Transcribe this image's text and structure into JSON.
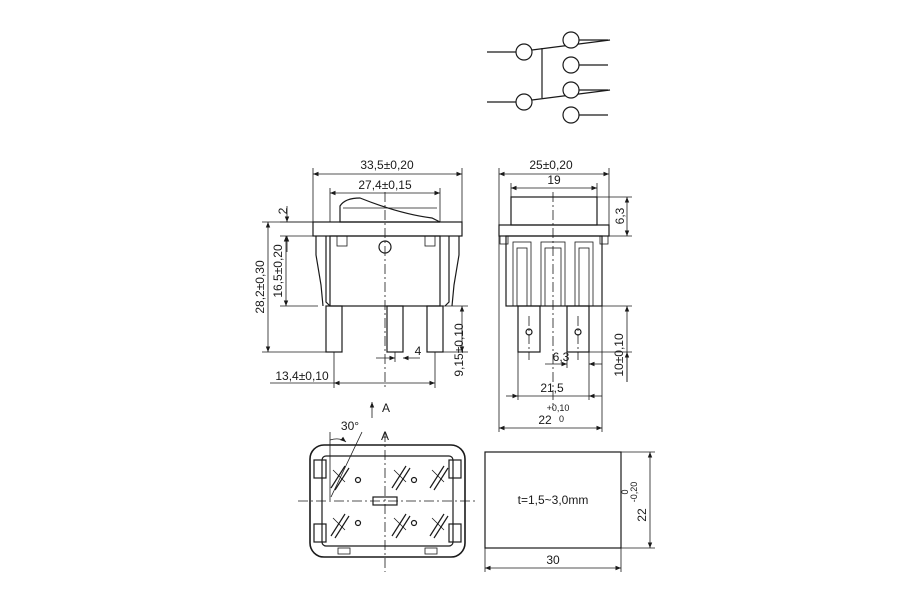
{
  "dimensions": {
    "front_overall_width": "33,5±0,20",
    "front_rocker_width": "27,4±0,15",
    "front_rocker_step": "2",
    "front_total_height": "28,2±0,30",
    "front_body_height": "16,5±0,20",
    "front_terminal_length": "9,15±0,10",
    "front_terminal_pitch": "4",
    "front_terminal_offset": "13,4±0,10",
    "side_overall_width": "25±0,20",
    "side_rocker_width": "19",
    "side_flange_height": "6,3",
    "side_terminal_width": "6,3",
    "side_terminal_length": "10±0,10",
    "side_terminal_span": "21,5",
    "side_base_width": "22",
    "side_base_tol_upper": "+0,10",
    "side_base_tol_lower": "0",
    "bottom_angle": "30°",
    "bottom_view_label": "A",
    "view_arrow_label": "A",
    "panel_thickness": "t=1,5~3,0mm",
    "panel_cutout_width": "30",
    "panel_cutout_height": "22",
    "panel_cutout_tol_lower": "-0,20",
    "panel_cutout_tol_upper": "0"
  }
}
